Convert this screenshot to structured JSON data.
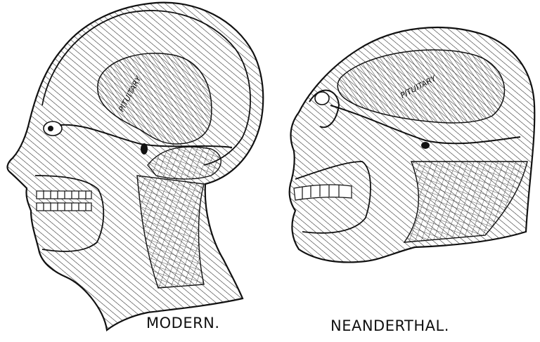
{
  "figure": {
    "modern": {
      "caption": "MODERN.",
      "label": "PITUITARY"
    },
    "neanderthal": {
      "caption": "NEANDERTHAL.",
      "label": "PITUITARY"
    }
  },
  "colors": {
    "ink": "#111111",
    "paper": "#ffffff"
  }
}
